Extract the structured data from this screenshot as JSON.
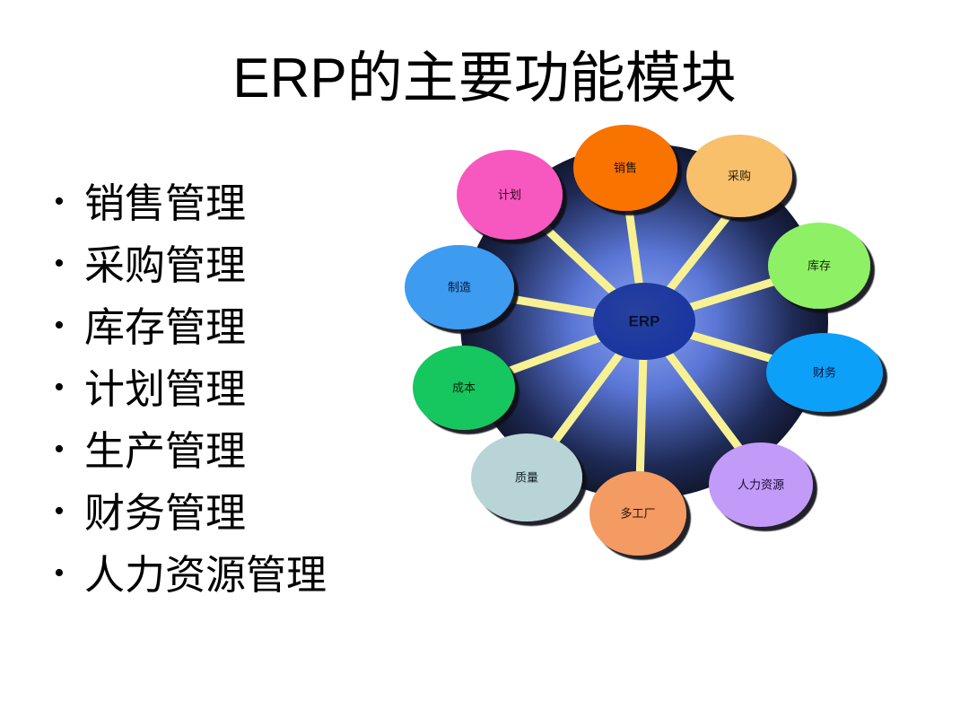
{
  "slide": {
    "title_latin": "ERP",
    "title_cjk": "的主要功能模块",
    "title_full": "ERP的主要功能模块",
    "background_color": "#ffffff"
  },
  "bullets": {
    "marker": "•",
    "items": [
      {
        "label": "销售管理"
      },
      {
        "label": "采购管理"
      },
      {
        "label": "库存管理"
      },
      {
        "label": "计划管理"
      },
      {
        "label": "生产管理"
      },
      {
        "label": "财务管理"
      },
      {
        "label": "人力资源管理"
      }
    ]
  },
  "diagram": {
    "center": {
      "label": "ERP",
      "fill": "#1733a0",
      "text_color": "#07122e"
    },
    "backdrop_color_inner": "#6a86e0",
    "backdrop_color_outer": "#07080f",
    "spoke_color": "#f7f193",
    "nodes": [
      {
        "label": "销售",
        "fill": "#f97306"
      },
      {
        "label": "采购",
        "fill": "#f8c06a"
      },
      {
        "label": "库存",
        "fill": "#8ef065"
      },
      {
        "label": "财务",
        "fill": "#10a0f8"
      },
      {
        "label": "人力资源",
        "fill": "#c29af8"
      },
      {
        "label": "多工厂",
        "fill": "#f49a63"
      },
      {
        "label": "质量",
        "fill": "#b8d4d7"
      },
      {
        "label": "成本",
        "fill": "#14c65e"
      },
      {
        "label": "制造",
        "fill": "#3d9bf0"
      },
      {
        "label": "计划",
        "fill": "#f759c0"
      }
    ]
  }
}
